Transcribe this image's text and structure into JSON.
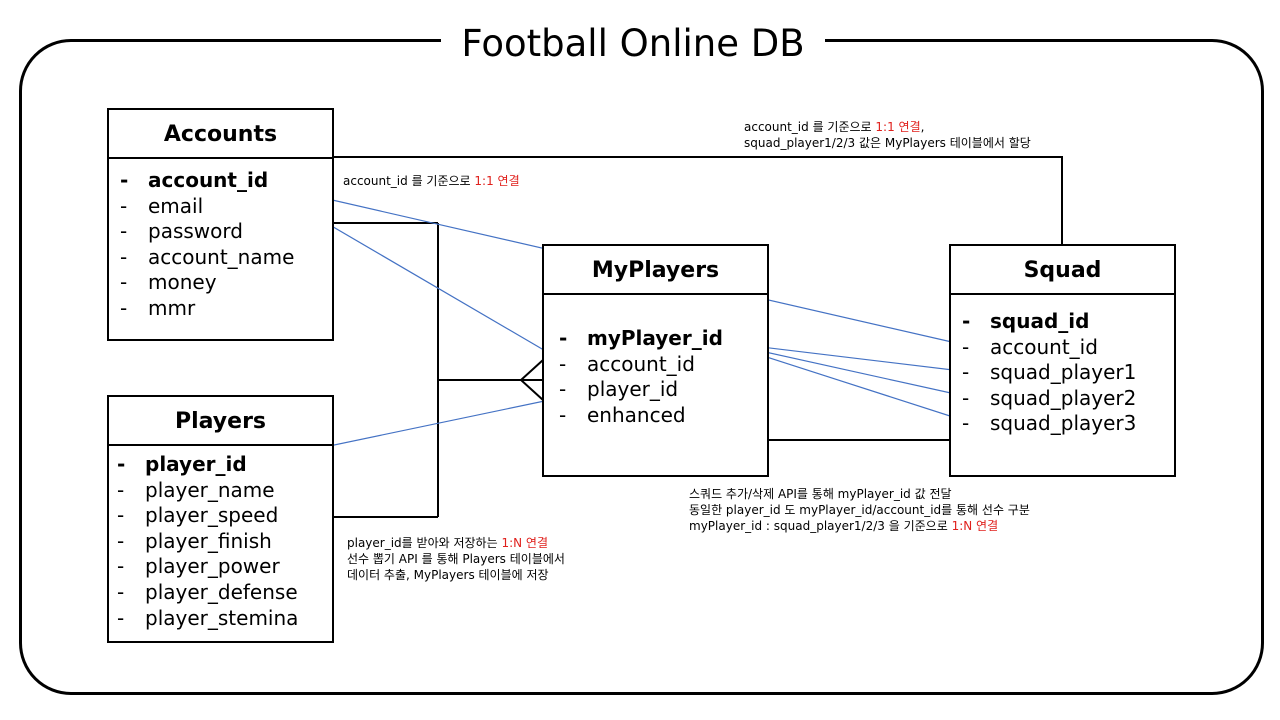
{
  "title": "Football Online DB",
  "tables": {
    "accounts": {
      "name": "Accounts",
      "fields": [
        "account_id",
        "email",
        "password",
        "account_name",
        "money",
        "mmr"
      ]
    },
    "players": {
      "name": "Players",
      "fields": [
        "player_id",
        "player_name",
        "player_speed",
        "player_finish",
        "player_power",
        "player_defense",
        "player_stemina"
      ]
    },
    "myplayers": {
      "name": "MyPlayers",
      "fields": [
        "myPlayer_id",
        "account_id",
        "player_id",
        "enhanced"
      ]
    },
    "squad": {
      "name": "Squad",
      "fields": [
        "squad_id",
        "account_id",
        "squad_player1",
        "squad_player2",
        "squad_player3"
      ]
    }
  },
  "bullet": "-",
  "notes": {
    "accounts_myplayers": {
      "text": "account_id 를 기준으로 ",
      "rel": "1:1 연결"
    },
    "accounts_squad": {
      "line1_text": "account_id 를 기준으로 ",
      "line1_rel": "1:1 연결",
      "line1_tail": ",",
      "line2": "squad_player1/2/3 값은 MyPlayers 테이블에서 할당"
    },
    "players_myplayers": {
      "line1_text": "player_id를 받아와 저장하는 ",
      "line1_rel": "1:N 연결",
      "line2": "선수 뽑기 API 를 통해 Players 테이블에서",
      "line3": "데이터 추출, MyPlayers 테이블에 저장"
    },
    "myplayers_squad": {
      "line1": "스쿼드 추가/삭제 API를 통해 myPlayer_id 값 전달",
      "line2": "동일한 player_id 도 myPlayer_id/account_id를 통해 선수 구분",
      "line3_text": "myPlayer_id : squad_player1/2/3 을 기준으로 ",
      "line3_rel": "1:N 연결"
    }
  },
  "colors": {
    "arrow": "#4472c4",
    "relation_text": "#e0201c",
    "border": "#000000"
  }
}
